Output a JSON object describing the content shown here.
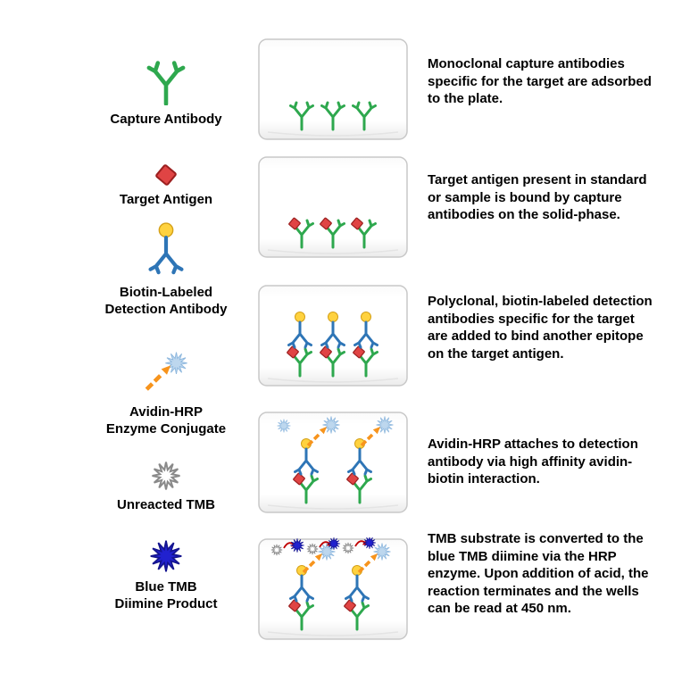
{
  "figure": {
    "kind": "ELISA assay principle diagram",
    "background": "#FFFFFF"
  },
  "legend": {
    "items": [
      {
        "label": "Capture Antibody",
        "icon": "capture-antibody-icon"
      },
      {
        "label": "Target Antigen",
        "icon": "target-antigen-icon"
      },
      {
        "label": "Biotin-Labeled\nDetection Antibody",
        "icon": "detection-antibody-icon"
      },
      {
        "label": "Avidin-HRP\nEnzyme Conjugate",
        "icon": "avidin-hrp-icon"
      },
      {
        "label": "Unreacted TMB",
        "icon": "unreacted-tmb-icon"
      },
      {
        "label": "Blue TMB\nDiimine Product",
        "icon": "blue-tmb-icon"
      }
    ]
  },
  "steps": [
    {
      "description": "Monoclonal capture antibodies specific for the target are adsorbed to the plate."
    },
    {
      "description": "Target antigen present in standard or sample is bound by capture antibodies on the solid-phase."
    },
    {
      "description": "Polyclonal, biotin-labeled detection antibodies specific for the target are added to bind another epitope on the target antigen."
    },
    {
      "description": "Avidin-HRP attaches to detection antibody via high affinity avidin-biotin interaction."
    },
    {
      "description": "TMB substrate is converted to the blue TMB diimine via the HRP enzyme. Upon addition of acid, the reaction terminates and the wells can be read at 450 nm."
    }
  ],
  "icons": {
    "capture_antibody": "green-Y-antibody",
    "target_antigen": "red-diamond",
    "detection_antibody": "blue-inverted-Y-antibody-with-yellow-biotin-ball",
    "avidin_hrp": "orange-dashed-arrow-with-pale-blue-starburst",
    "unreacted_tmb": "white-outline-starburst",
    "blue_tmb": "solid-blue-starburst",
    "conversion_arrow": "small-red-curved-arrow"
  },
  "colors": {
    "capture_antibody_green": "#2EA84E",
    "target_antigen_red": "#E04444",
    "detection_antibody_blue": "#2E75B6",
    "biotin_yellow": "#FFD23F",
    "avidin_hrp_orange": "#F7941D",
    "hrp_starburst_pale_blue": "#BDD7EE",
    "unreacted_tmb_white": "#FFFFFF",
    "tmb_diimine_blue": "#2121CF",
    "conversion_arrow_red": "#C00000",
    "well_border_gray": "#C8C8C8"
  }
}
